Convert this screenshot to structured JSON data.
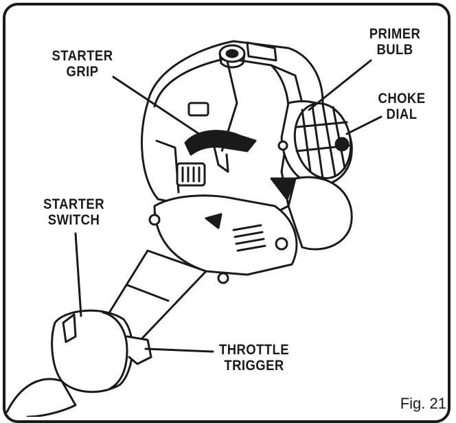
{
  "labels": {
    "starter_grip": [
      "STARTER",
      "GRIP"
    ],
    "primer_bulb": [
      "PRIMER",
      "BULB"
    ],
    "choke_dial": [
      "CHOKE",
      "DIAL"
    ],
    "starter_switch": [
      "STARTER",
      "SWITCH"
    ],
    "throttle_trigger": [
      "THROTTLE",
      "TRIGGER"
    ]
  },
  "figure_label": "Fig. 21",
  "colors": {
    "ink": "#1a1a1a",
    "background": "#ffffff"
  }
}
